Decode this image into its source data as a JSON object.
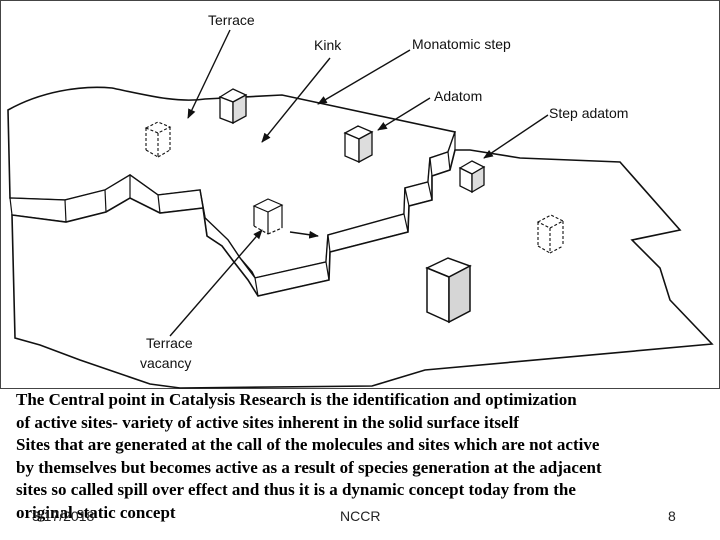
{
  "diagram": {
    "labels": {
      "terrace": "Terrace",
      "kink": "Kink",
      "monatomic_step": "Monatomic step",
      "adatom": "Adatom",
      "step_adatom": "Step adatom",
      "terrace_vacancy_line1": "Terrace",
      "terrace_vacancy_line2": "vacancy"
    }
  },
  "caption": {
    "lines": [
      "The Central point in Catalysis Research is the identification and optimization",
      "of active sites- variety of active sites inherent in the solid surface itself",
      "Sites that are generated at the call of the molecules and sites which are not active",
      "by themselves but becomes active as a result of species generation at the adjacent",
      "sites so called spill over effect and thus it is a dynamic concept  today from the",
      "original static concept"
    ]
  },
  "footer": {
    "date": "3/17/2018",
    "org": "NCCR",
    "page": "8"
  }
}
